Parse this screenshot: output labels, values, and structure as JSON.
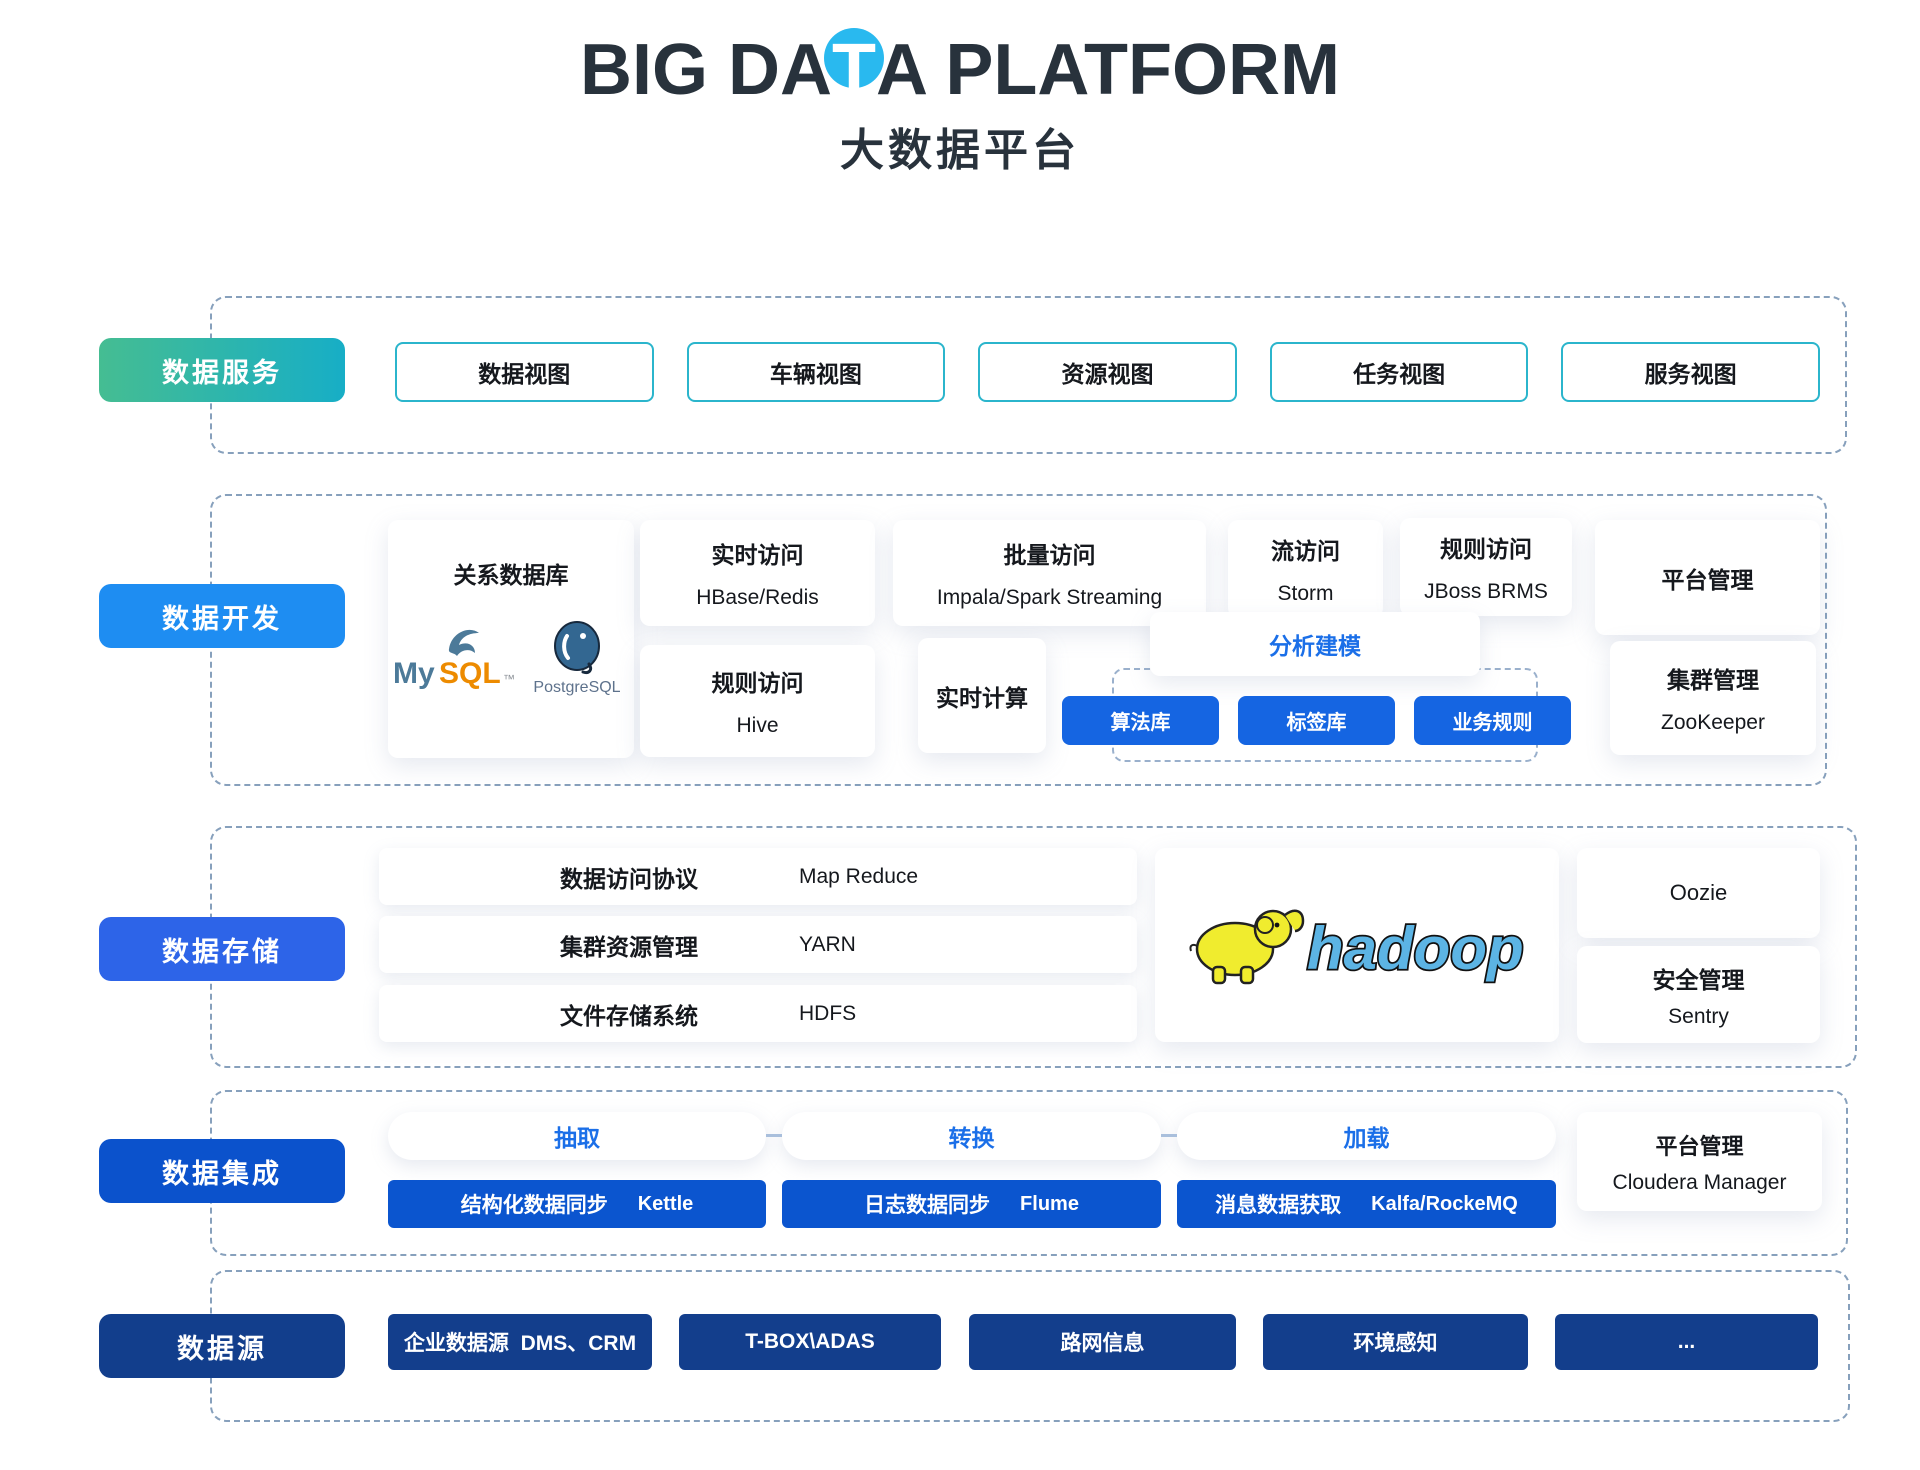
{
  "title": {
    "part1": "BIG DA",
    "t_letter": "T",
    "part2": "A PLATFORM",
    "subtitle": "大数据平台"
  },
  "sections": {
    "services": {
      "label": "数据服务",
      "views": [
        "数据视图",
        "车辆视图",
        "资源视图",
        "任务视图",
        "服务视图"
      ]
    },
    "development": {
      "label": "数据开发",
      "relational": {
        "title": "关系数据库",
        "mysql_my": "My",
        "mysql_sql": "SQL",
        "mysql_tm": "™",
        "postgresql": "PostgreSQL"
      },
      "top_cards": [
        {
          "zh": "实时访问",
          "en": "HBase/Redis"
        },
        {
          "zh": "批量访问",
          "en": "Impala/Spark Streaming"
        },
        {
          "zh": "流访问",
          "en": "Storm"
        },
        {
          "zh": "规则访问",
          "en": "JBoss BRMS"
        }
      ],
      "platform_card": "平台管理",
      "hive_card": {
        "zh": "规则访问",
        "en": "Hive"
      },
      "realtime_card": "实时计算",
      "modeling": {
        "title": "分析建模",
        "buttons": [
          "算法库",
          "标签库",
          "业务规则"
        ]
      },
      "cluster": {
        "zh": "集群管理",
        "en": "ZooKeeper"
      }
    },
    "storage": {
      "label": "数据存储",
      "strips": [
        {
          "zh": "数据访问协议",
          "en": "Map Reduce"
        },
        {
          "zh": "集群资源管理",
          "en": "YARN"
        },
        {
          "zh": "文件存储系统",
          "en": "HDFS"
        }
      ],
      "hadoop_text": "hadoop",
      "oozie": "Oozie",
      "security": {
        "zh": "安全管理",
        "en": "Sentry"
      }
    },
    "integration": {
      "label": "数据集成",
      "pills": [
        "抽取",
        "转换",
        "加载"
      ],
      "buttons": [
        {
          "zh": "结构化数据同步",
          "en": "Kettle"
        },
        {
          "zh": "日志数据同步",
          "en": "Flume"
        },
        {
          "zh": "消息数据获取",
          "en": "Kalfa/RockeMQ"
        }
      ],
      "platform": {
        "zh": "平台管理",
        "en": "Cloudera Manager"
      }
    },
    "sources": {
      "label": "数据源",
      "items": [
        "企业数据源  DMS、CRM",
        "T-BOX\\ADAS",
        "路网信息",
        "环境感知",
        "..."
      ]
    }
  },
  "colors": {
    "grad-green": "#45bd92",
    "grad-teal": "#17aec6",
    "blue-dev": "#1e8df2",
    "blue-storage": "#2d64e8",
    "blue-integration": "#0b52cc",
    "navy-source": "#123e8c",
    "blue-button": "#1565e2",
    "blue-button-deep": "#0b55cf",
    "navy-button": "#133e8c",
    "teal-border": "#2bb5cc",
    "blue-text": "#1b6fe8",
    "dash": "#87a0bc",
    "dash-light": "#9ab0cc",
    "title-dark": "#28323c",
    "text-dark": "#15181d",
    "circle-cyan": "#29b9ef"
  }
}
